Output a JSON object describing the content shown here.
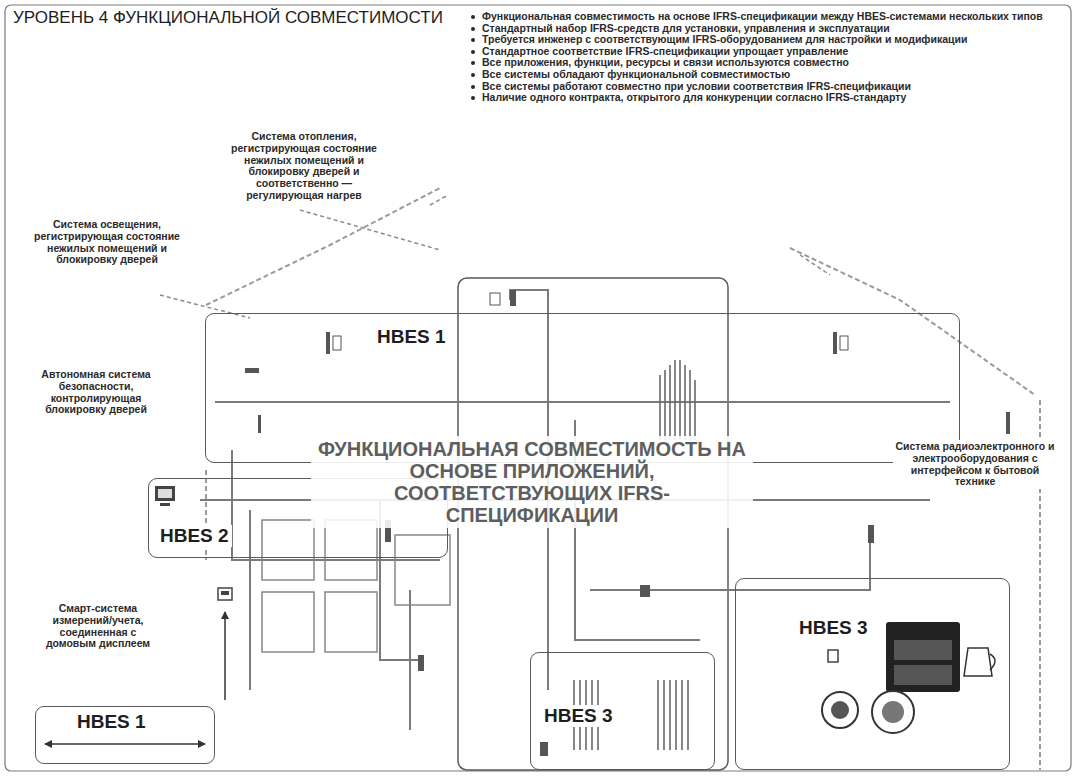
{
  "diagram": {
    "title": "УРОВЕНЬ 4 ФУНКЦИОНАЛЬНОЙ СОВМЕСТИМОСТИ",
    "nodes": [
      {
        "text": [
          "HBES 1"
        ]
      },
      {
        "text": [
          "HBES 2"
        ]
      },
      {
        "text": [
          "HBES 3"
        ]
      },
      {
        "text": [
          "HBES 3"
        ]
      },
      {
        "text": [
          "HBES 1"
        ]
      }
    ],
    "labels": [
      "Функциональная совместимость на основе IFRS-спецификации между HBES-системами нескольких типов",
      "Стандартный набор IFRS-средств для установки, управления и эксплуатации",
      "Требуется инженер с соответствующим IFRS-оборудованием для настройки и модификации",
      "Стандартное соответствие IFRS-спецификации упрощает управление",
      "Все приложения, функции, ресурсы и связи используются совместно",
      "Все системы обладают функциональной совместимостью",
      "Все системы работают совместно при условии соответствия IFRS-спецификации",
      "Наличие одного контракта, открытого для конкуренции согласно IFRS-стандарту",
      "Система отопления, регистрирующая состояние нежилых помещений и блокировку дверей и соответственно — регулирующая нагрев",
      "Система освещения, регистрирующая состояние нежилых помещений и блокировку дверей",
      "Автономная система безопасности, контролирующая блокировку дверей",
      "Смарт-система измерений/учета, соединенная с домовым дисплеем",
      "Система радиоэлектронного и электрооборудования с интерфейсом к бытовой технике",
      "ФУНКЦИОНАЛЬНАЯ СОВМЕСТИМОСТЬ НА ОСНОВЕ ПРИЛОЖЕНИЙ, СООТВЕТСТВУЮЩИХ IFRS-СПЕЦИФИКАЦИИ"
    ]
  }
}
